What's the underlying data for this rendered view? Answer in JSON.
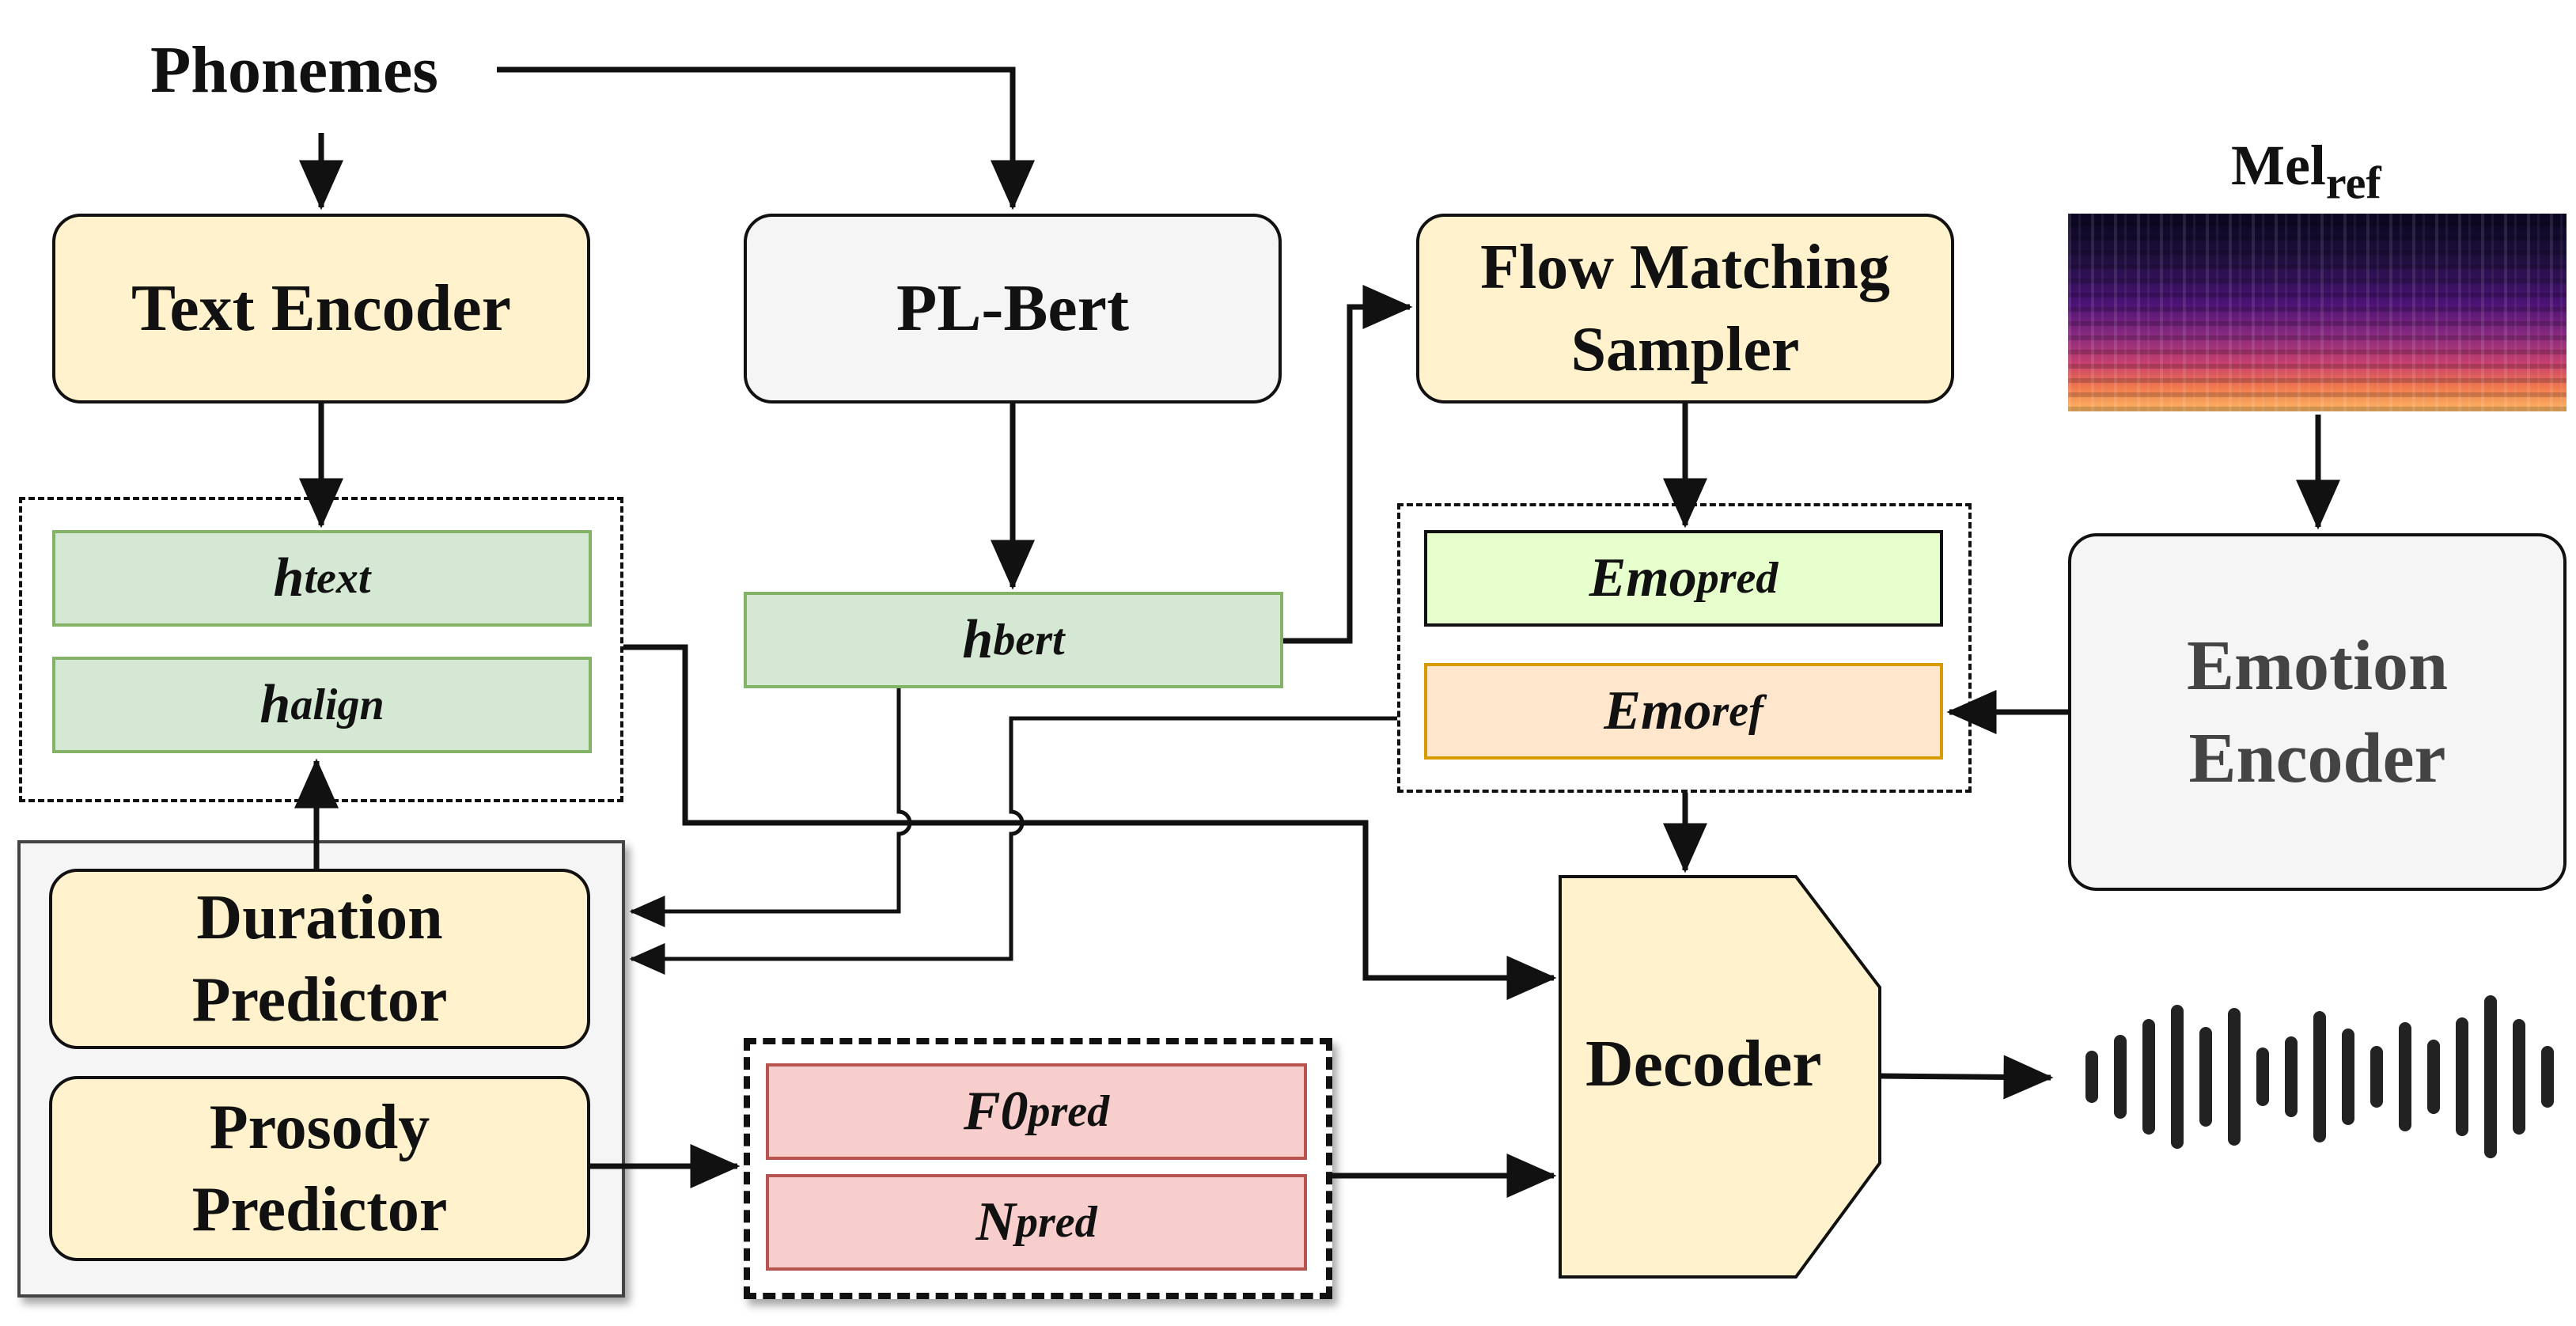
{
  "phonemes": "Phonemes",
  "text_encoder": "Text Encoder",
  "pl_bert": "PL-Bert",
  "flow_sampler": [
    "Flow Matching",
    "Sampler"
  ],
  "mel_ref": {
    "base": "Mel",
    "sub": "ref"
  },
  "h_text": {
    "base": "h",
    "sub": "text"
  },
  "h_align": {
    "base": "h",
    "sub": "align"
  },
  "h_bert": {
    "base": "h",
    "sub": "bert"
  },
  "emo_pred": {
    "base": "Emo",
    "sub": "pred"
  },
  "emo_ref": {
    "base": "Emo",
    "sub": "ref"
  },
  "emotion_encoder": [
    "Emotion",
    "Encoder"
  ],
  "duration_predictor": [
    "Duration",
    "Predictor"
  ],
  "prosody_predictor": [
    "Prosody",
    "Predictor"
  ],
  "f0_pred": {
    "base": "F0",
    "sub": "pred"
  },
  "n_pred": {
    "base": "N",
    "sub": "pred"
  },
  "decoder": "Decoder",
  "colors": {
    "yellow": "#fff2cc",
    "gray": "#f5f5f5",
    "green": "#d5e8d4",
    "lime": "#e6ffcc",
    "orange": "#ffe6cc",
    "red": "#f8cecc",
    "stroke": "#111111"
  },
  "waveform_icon": "audio-waveform-icon",
  "spectrogram_image": "mel-spectrogram-image"
}
